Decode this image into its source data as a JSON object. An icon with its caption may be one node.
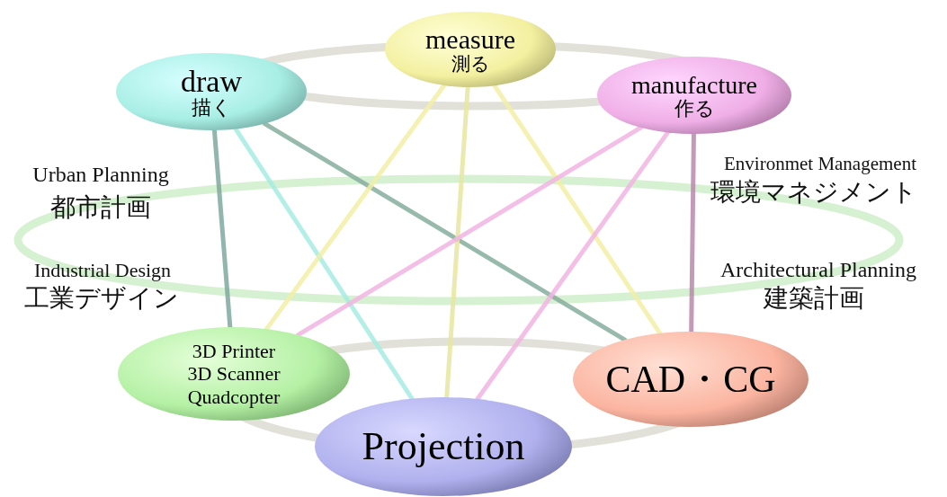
{
  "diagram": {
    "nodes": [
      {
        "text": [
          "measure",
          "測る"
        ]
      },
      {
        "text": [
          "draw",
          "描く"
        ]
      },
      {
        "text": [
          "manufacture",
          "作る"
        ]
      },
      {
        "text": [
          "3D Printer 3D Scanner Quadcopter"
        ]
      },
      {
        "text": [
          "CAD・CG"
        ]
      },
      {
        "text": [
          "Projection"
        ]
      }
    ],
    "edges": [
      {
        "from": 1,
        "to": 3,
        "arrow": "none",
        "color": "#7fa89f"
      },
      {
        "from": 1,
        "to": 5,
        "arrow": "none",
        "color": "#a6ece2"
      },
      {
        "from": 1,
        "to": 4,
        "arrow": "none",
        "color": "#86ae9e"
      },
      {
        "from": 0,
        "to": 3,
        "arrow": "none",
        "color": "#f2efa6"
      },
      {
        "from": 0,
        "to": 5,
        "arrow": "none",
        "color": "#e8e6a0"
      },
      {
        "from": 0,
        "to": 4,
        "arrow": "none",
        "color": "#f2efa6"
      },
      {
        "from": 2,
        "to": 3,
        "arrow": "none",
        "color": "#f2b4e2"
      },
      {
        "from": 2,
        "to": 5,
        "arrow": "none",
        "color": "#f2b4e2"
      },
      {
        "from": 2,
        "to": 4,
        "arrow": "none",
        "color": "#b98aac"
      }
    ],
    "labels": [
      "Urban Planning",
      "都市計画",
      "Environmet Management",
      "環境マネジメント",
      "Industrial Design",
      "工業デザイン",
      "Architectural Planning",
      "建築計画"
    ]
  }
}
